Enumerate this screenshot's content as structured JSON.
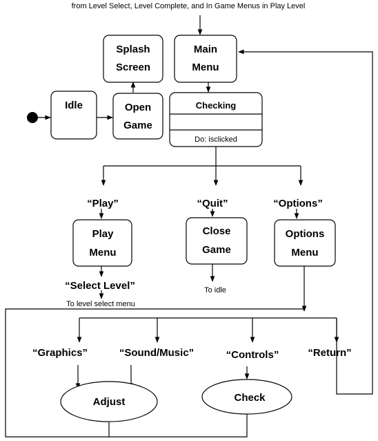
{
  "header_note": "from Level Select, Level Complete, and In Game Menus in Play Level",
  "states": {
    "idle": "Idle",
    "splash": [
      "Splash",
      "Screen"
    ],
    "main_menu": [
      "Main",
      "Menu"
    ],
    "open_game": [
      "Open",
      "Game"
    ],
    "checking": {
      "title": "Checking",
      "activity": "Do: isclicked"
    },
    "play_menu": [
      "Play",
      "Menu"
    ],
    "close_game": [
      "Close",
      "Game"
    ],
    "options_menu": [
      "Options",
      "Menu"
    ],
    "adjust": "Adjust",
    "check": "Check"
  },
  "transitions": {
    "play": "“Play”",
    "quit": "“Quit”",
    "options": "“Options”",
    "select_level": "“Select Level”",
    "graphics": "“Graphics”",
    "sound_music": "“Sound/Music”",
    "controls": "“Controls”",
    "return": "“Return”"
  },
  "notes": {
    "to_level_select": "To level select menu",
    "to_idle": "To idle"
  }
}
